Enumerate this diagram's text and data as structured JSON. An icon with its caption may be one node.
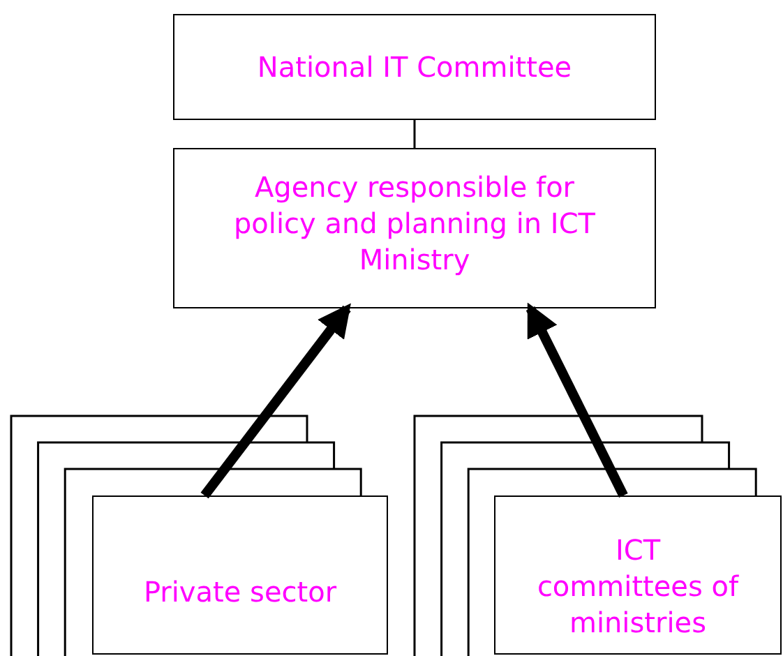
{
  "diagram": {
    "nodes": [
      {
        "text": [
          "National IT Committee"
        ]
      },
      {
        "text": [
          "Agency responsible for policy and planning in ICT Ministry"
        ]
      },
      {
        "text": [
          "Private sector"
        ]
      },
      {
        "text": [
          "ICT committees of ministries"
        ]
      }
    ],
    "edges": [
      {
        "from": 0,
        "to": 1,
        "arrow": "none"
      },
      {
        "from": 2,
        "to": 1,
        "arrow": "to"
      },
      {
        "from": 3,
        "to": 1,
        "arrow": "to"
      }
    ]
  }
}
